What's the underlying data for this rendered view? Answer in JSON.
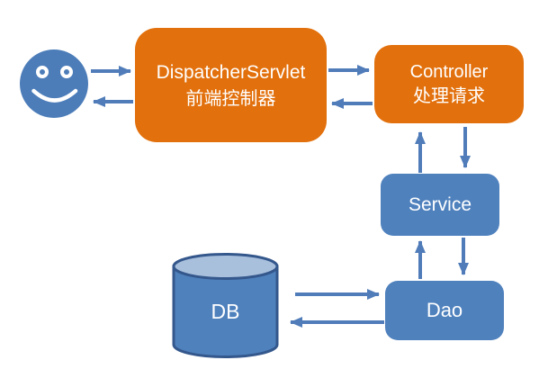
{
  "diagram": {
    "kind": "spring-mvc-flow-diagram"
  },
  "nodes": {
    "user": {
      "icon": "smiley-face-icon"
    },
    "dispatcher_servlet": {
      "line1": "DispatcherServlet",
      "line2": "前端控制器"
    },
    "controller": {
      "line1": "Controller",
      "line2": "处理请求"
    },
    "service": {
      "label": "Service"
    },
    "dao": {
      "label": "Dao"
    },
    "db": {
      "label": "DB"
    }
  },
  "edges": [
    {
      "from": "user",
      "to": "dispatcher_servlet"
    },
    {
      "from": "dispatcher_servlet",
      "to": "user"
    },
    {
      "from": "dispatcher_servlet",
      "to": "controller"
    },
    {
      "from": "controller",
      "to": "dispatcher_servlet"
    },
    {
      "from": "controller",
      "to": "service"
    },
    {
      "from": "service",
      "to": "controller"
    },
    {
      "from": "service",
      "to": "dao"
    },
    {
      "from": "dao",
      "to": "service"
    },
    {
      "from": "db",
      "to": "dao"
    },
    {
      "from": "dao",
      "to": "db"
    }
  ],
  "colors": {
    "node_orange": "#E2700C",
    "node_blue": "#4F81BD",
    "arrow_blue": "#507CB9",
    "smiley_blue": "#4C7DB9",
    "db_top_fill": "#A9C0DD",
    "db_border": "#34578C",
    "text_white": "#FFFFFF",
    "background": "#FFFFFF"
  }
}
